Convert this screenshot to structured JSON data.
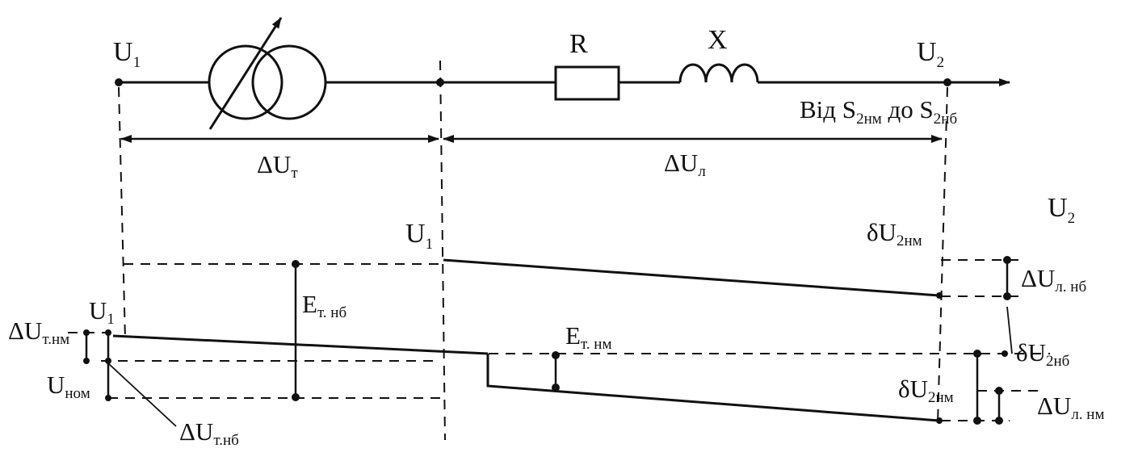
{
  "diagram": {
    "circuit": {
      "u1": {
        "main": "U",
        "sub": "1"
      },
      "u2": {
        "main": "U",
        "sub": "2"
      },
      "r": "R",
      "x": "X",
      "load": {
        "prefix": "Від S",
        "sub1": "2нм",
        "mid": " до S",
        "sub2": "2нб"
      }
    },
    "drops": {
      "transformer": {
        "main": "ΔU",
        "sub": "т"
      },
      "line": {
        "main": "ΔU",
        "sub": "л"
      }
    },
    "graph": {
      "u2_axis": {
        "main": "U",
        "sub": "2"
      },
      "u1_mid": {
        "main": "U",
        "sub": "1"
      },
      "u1_left": {
        "main": "U",
        "sub": "1"
      },
      "du_2nm_top": {
        "main": "δU",
        "sub": "2нм"
      },
      "e_t_nb": {
        "main": "E",
        "sub": "т. нб"
      },
      "e_t_nm": {
        "main": "E",
        "sub": "т. нм"
      },
      "du_t_nm": {
        "main": "ΔU",
        "sub": "т.нм"
      },
      "u_nom": {
        "main": "U",
        "sub": "ном"
      },
      "du_t_nb": {
        "main": "ΔU",
        "sub": "т.нб"
      },
      "du_l_nb": {
        "main": "ΔU",
        "sub": "л. нб"
      },
      "du_2nb": {
        "main": "δU",
        "sub": "2нб"
      },
      "du_2nm_bottom": {
        "main": "δU",
        "sub": "2нм"
      },
      "du_l_nm": {
        "main": "ΔU",
        "sub": "л. нм"
      }
    }
  }
}
